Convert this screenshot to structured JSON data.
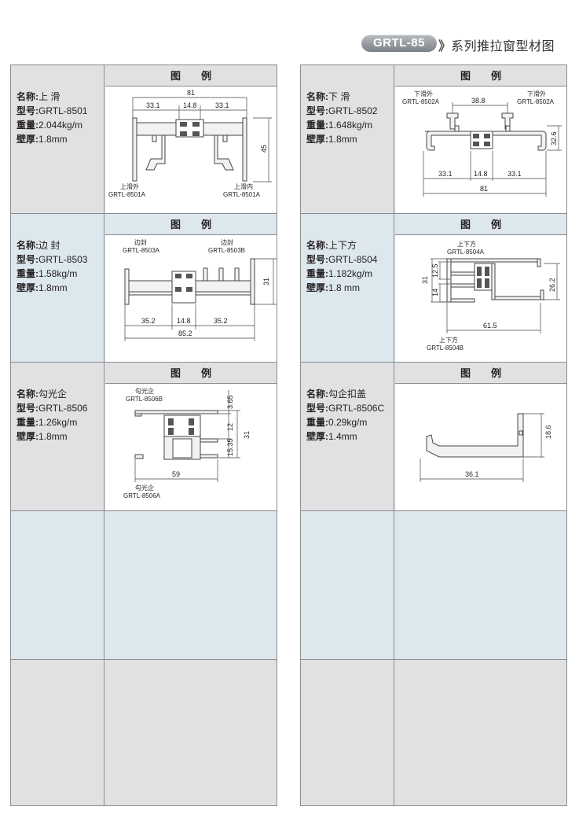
{
  "header": {
    "badge": "GRTL-85",
    "chevron": "》",
    "title": "系列推拉窗型材图"
  },
  "labels": {
    "name": "名称:",
    "model": "型号:",
    "weight": "重量:",
    "thickness": "壁厚:",
    "figure": "图例"
  },
  "profiles": [
    {
      "name": "上 滑",
      "model": "GRTL-8501",
      "weight": "2.044kg/m",
      "thickness": "1.8mm",
      "dims": [
        "81",
        "33.1",
        "14.8",
        "33.1",
        "45"
      ],
      "callouts": [
        "上滑外",
        "GRTL-8501A",
        "上滑内",
        "GRTL-8501A"
      ]
    },
    {
      "name": "下 滑",
      "model": "GRTL-8502",
      "weight": "1.648kg/m",
      "thickness": "1.8mm",
      "dims": [
        "38.8",
        "32.6",
        "33.1",
        "14.8",
        "33.1",
        "81"
      ],
      "callouts": [
        "下滑外",
        "GRTL-8502A",
        "下滑外",
        "GRTL-8502A"
      ]
    },
    {
      "name": "边 封",
      "model": "GRTL-8503",
      "weight": "1.58kg/m",
      "thickness": "1.8mm",
      "dims": [
        "31",
        "35.2",
        "14.8",
        "35.2",
        "85.2"
      ],
      "callouts": [
        "边封",
        "GRTL-8503A",
        "边封",
        "GRTL-8503B"
      ]
    },
    {
      "name": "上下方",
      "model": "GRTL-8504",
      "weight": "1.182kg/m",
      "thickness": "1.8 mm",
      "dims": [
        "31",
        "12.5",
        "14",
        "26.2",
        "61.5"
      ],
      "callouts": [
        "上下方",
        "GRTL-8504A",
        "上下方",
        "GRTL-8504B"
      ]
    },
    {
      "name": "勾光企",
      "model": "GRTL-8506",
      "weight": "1.26kg/m",
      "thickness": "1.8mm",
      "dims": [
        "3.65",
        "12",
        "15.35",
        "31",
        "59"
      ],
      "callouts": [
        "勾光企",
        "GRTL-8506B",
        "勾光企",
        "GRTL-8506A"
      ]
    },
    {
      "name": "勾企扣盖",
      "model": "GRTL-8506C",
      "weight": "0.29kg/m",
      "thickness": "1.4mm",
      "dims": [
        "18.6",
        "36.1"
      ],
      "callouts": []
    }
  ]
}
